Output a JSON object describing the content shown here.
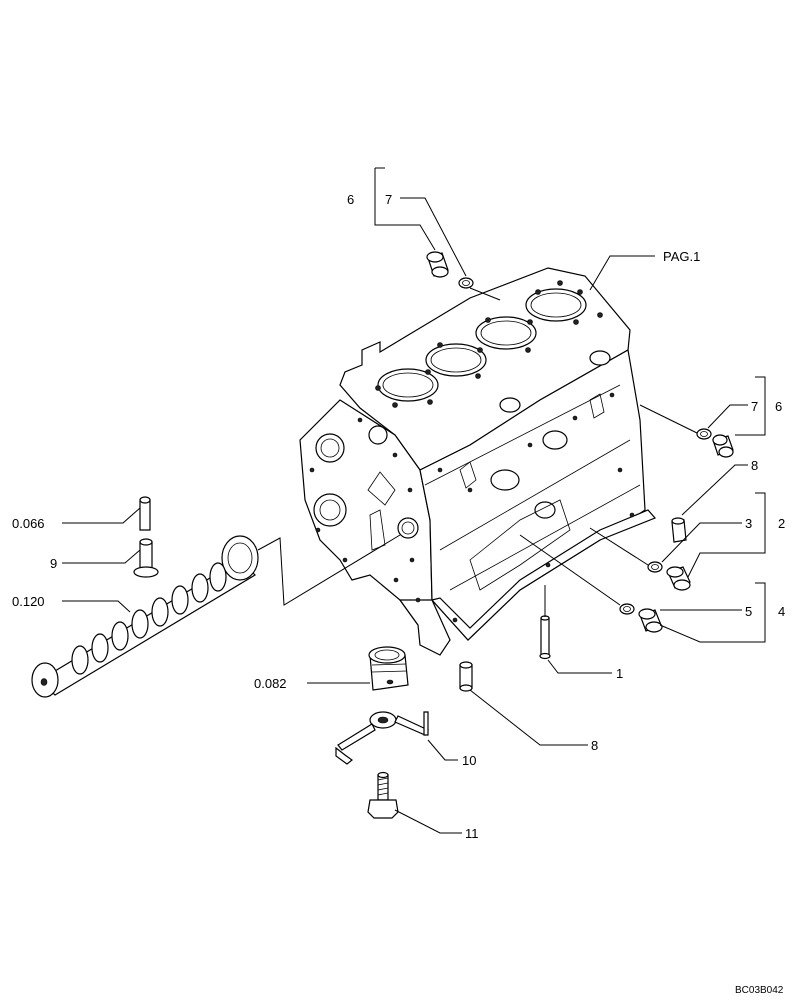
{
  "labels": {
    "pag": "PAG.1",
    "l6_top": "6",
    "l7_top": "7",
    "l7_right": "7",
    "l6_right": "6",
    "l8_right": "8",
    "l3": "3",
    "l2": "2",
    "l5": "5",
    "l4": "4",
    "l1": "1",
    "l8_bottom": "8",
    "l10": "10",
    "l11": "11",
    "l0066": "0.066",
    "l9": "9",
    "l0120": "0.120",
    "l0082": "0.082"
  },
  "reference_code": "BC03B042"
}
